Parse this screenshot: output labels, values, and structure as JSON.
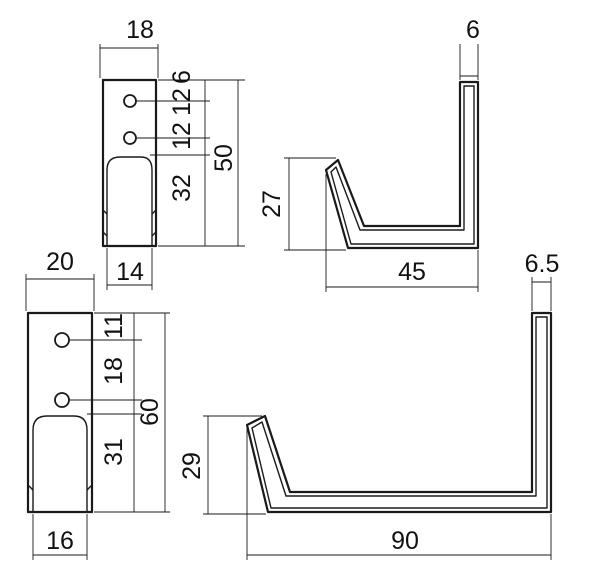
{
  "small_hook": {
    "front_width": "18",
    "hole_spacing_top": "12",
    "hole_spacing_second": "6",
    "hole_to_slot": "12",
    "slot_height": "32",
    "total_height": "50",
    "slot_width": "14",
    "side_thickness": "6",
    "side_lip_height": "27",
    "side_length": "45"
  },
  "large_hook": {
    "front_width": "20",
    "hole_top_offset": "11",
    "hole_spacing": "18",
    "slot_height": "31",
    "total_height": "60",
    "slot_width": "16",
    "side_thickness": "6.5",
    "side_lip_height": "29",
    "side_length": "90"
  },
  "colors": {
    "line": "#1a1a1a",
    "background": "#ffffff"
  }
}
